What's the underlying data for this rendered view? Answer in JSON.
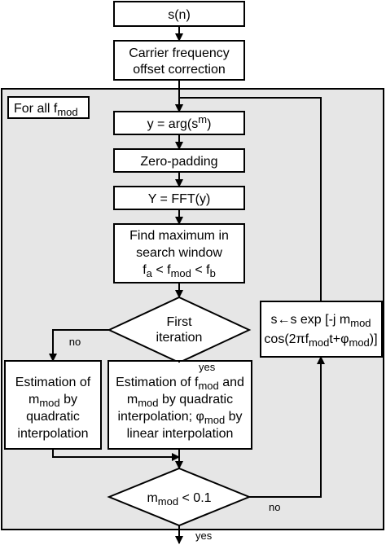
{
  "diagram": {
    "nodes": {
      "input": {
        "text": "s(n)"
      },
      "cfo": {
        "line1": "Carrier frequency",
        "line2": "offset correction"
      },
      "loop_label": {
        "prefix": "For all f",
        "sub": "mod"
      },
      "arg": {
        "pre": "y = arg(s",
        "sup": "m",
        "post": ")"
      },
      "zeropad": {
        "text": "Zero-padding"
      },
      "fft": {
        "text": "Y = FFT(y)"
      },
      "findmax": {
        "line1": "Find maximum in",
        "line2": "search window",
        "line3": {
          "f1": "f",
          "s1": "a",
          "mid": " < f",
          "s2": "mod",
          "lt": " < f",
          "s3": "b"
        }
      },
      "first_iter": {
        "line1": "First",
        "line2": "iteration"
      },
      "est_m": {
        "line1": "Estimation of",
        "line2": {
          "m": "m",
          "sub": "mod",
          "post": " by"
        },
        "line3": "quadratic",
        "line4": "interpolation"
      },
      "est_fm": {
        "line1": {
          "pre": "Estimation of f",
          "sub": "mod",
          "post": " and"
        },
        "line2": {
          "m": "m",
          "sub": "mod",
          "post": " by quadratic"
        },
        "line3": {
          "pre": "interpolation; φ",
          "sub": "mod",
          "post": " by"
        },
        "line4": "linear interpolation"
      },
      "update": {
        "line1": {
          "pre": "s←s exp [-j m",
          "sub": "mod"
        },
        "line2": {
          "pre": "cos(2πf",
          "sub1": "mod",
          "mid": "t+φ",
          "sub2": "mod",
          "post": ")]"
        }
      },
      "threshold": {
        "m": "m",
        "sub": "mod",
        "post": " < 0.1"
      }
    },
    "edge_labels": {
      "no_left": "no",
      "yes_down": "yes",
      "no_right": "no",
      "yes_exit": "yes"
    }
  }
}
